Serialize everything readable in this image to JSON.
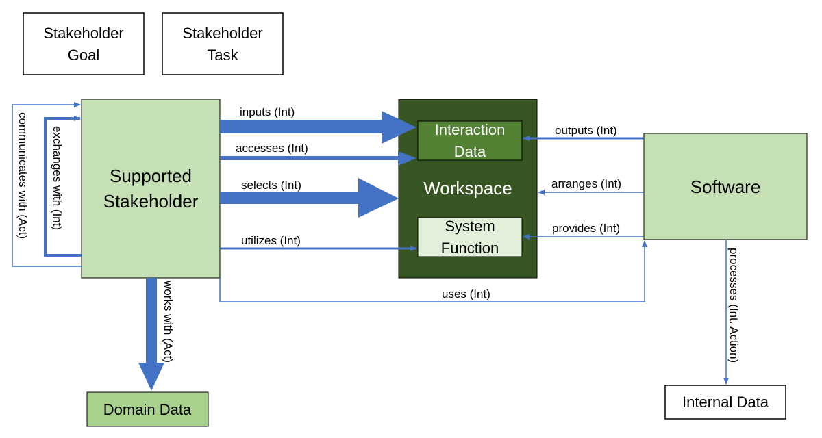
{
  "nodes": {
    "stakeholder_goal": {
      "lines": [
        "Stakeholder",
        "Goal"
      ]
    },
    "stakeholder_task": {
      "lines": [
        "Stakeholder",
        "Task"
      ]
    },
    "supported_stakeholder": {
      "lines": [
        "Supported",
        "Stakeholder"
      ]
    },
    "workspace": {
      "lines": [
        "Workspace"
      ]
    },
    "interaction_data": {
      "lines": [
        "Interaction",
        "Data"
      ]
    },
    "system_function": {
      "lines": [
        "System",
        "Function"
      ]
    },
    "software": {
      "lines": [
        "Software"
      ]
    },
    "domain_data": {
      "lines": [
        "Domain Data"
      ]
    },
    "internal_data": {
      "lines": [
        "Internal Data"
      ]
    }
  },
  "edges": {
    "inputs": "inputs (Int)",
    "accesses": "accesses (Int)",
    "selects": "selects (Int)",
    "utilizes": "utilizes (Int)",
    "uses": "uses (Int)",
    "outputs": "outputs (Int)",
    "arranges": "arranges (Int)",
    "provides": "provides (Int)",
    "processes": "processes (Int. Action)",
    "works_with": "works with (Act)",
    "exchanges_with": "exchanges with (Int)",
    "communicates_with": "communicates with (Act)"
  },
  "colors": {
    "arrow_blue": "#4472c4",
    "light_green": "#c5e0b4",
    "dark_green": "#375623",
    "mid_green": "#548235",
    "domain_green": "#a9d18e"
  }
}
